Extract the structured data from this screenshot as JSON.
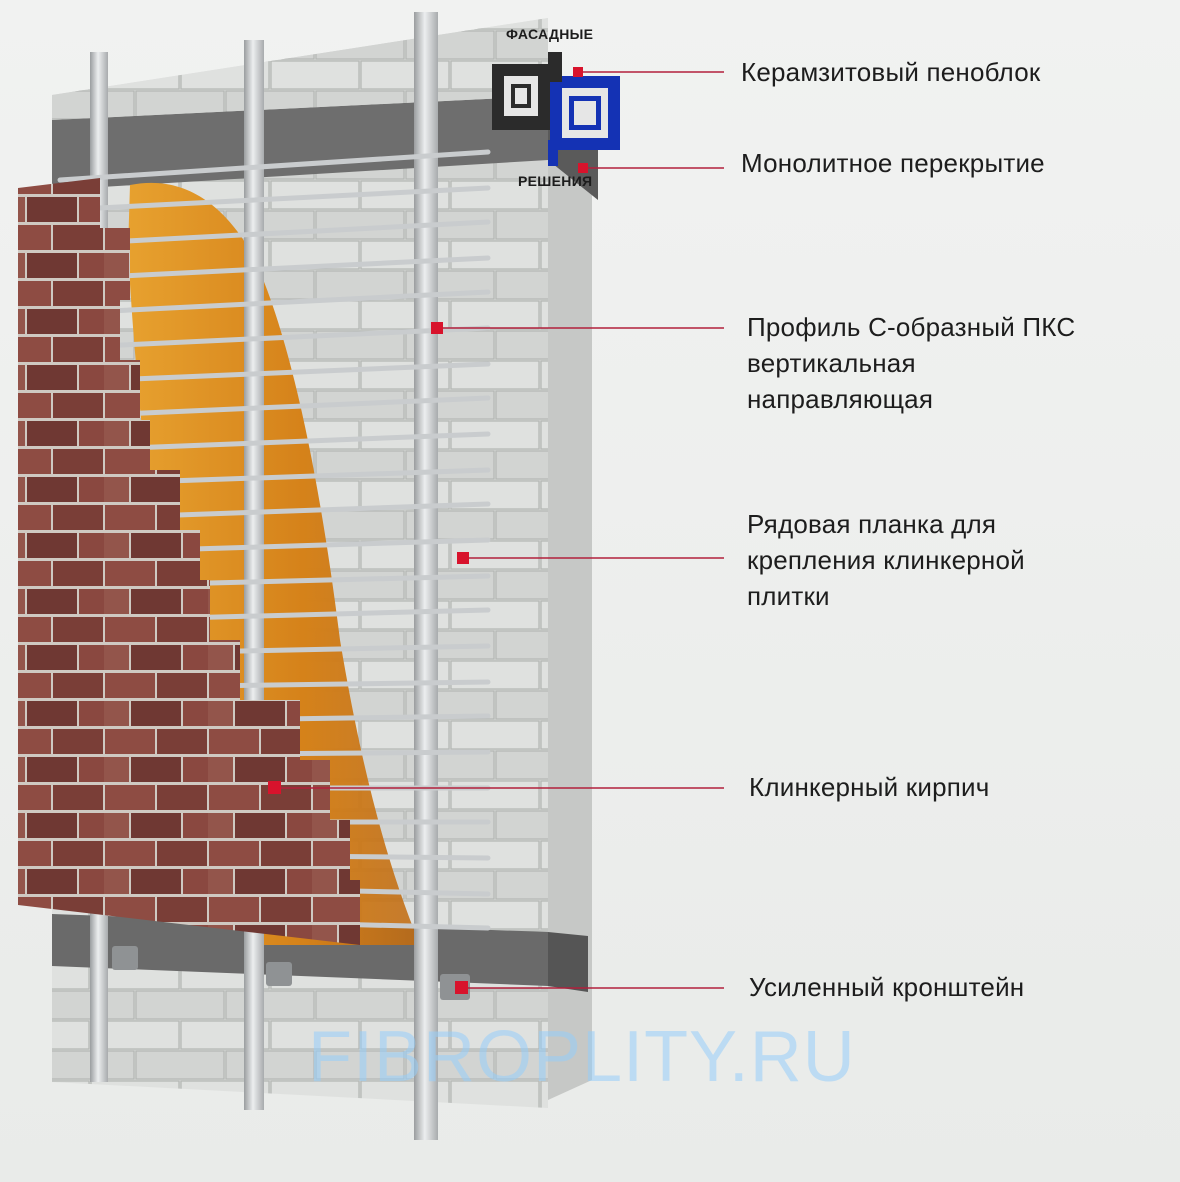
{
  "diagram": {
    "brand_logo": {
      "top_text": "ФАСАДНЫЕ",
      "bottom_text": "РЕШЕНИЯ"
    },
    "callouts": [
      {
        "id": "block",
        "label": "Керамзитовый пеноблок"
      },
      {
        "id": "slab",
        "label": "Монолитное перекрытие"
      },
      {
        "id": "profile",
        "label": "Профиль С-образный ПКС\nвертикальная\nнаправляющая"
      },
      {
        "id": "strip",
        "label": "Рядовая планка для\nкрепления клинкерной\nплитки"
      },
      {
        "id": "brick",
        "label": "Клинкерный кирпич"
      },
      {
        "id": "bracket",
        "label": "Усиленный кронштейн"
      }
    ],
    "watermark": "FIBROPLITY.RU",
    "colors": {
      "leader": "#b2203c",
      "marker": "#d8132c",
      "logo_blue": "#1432b4",
      "logo_dark": "#2b2b2b",
      "brick": "#8a4a40",
      "insulation": "#d98a1e",
      "block": "#d4d6d4",
      "slab": "#6c6c6c"
    }
  }
}
